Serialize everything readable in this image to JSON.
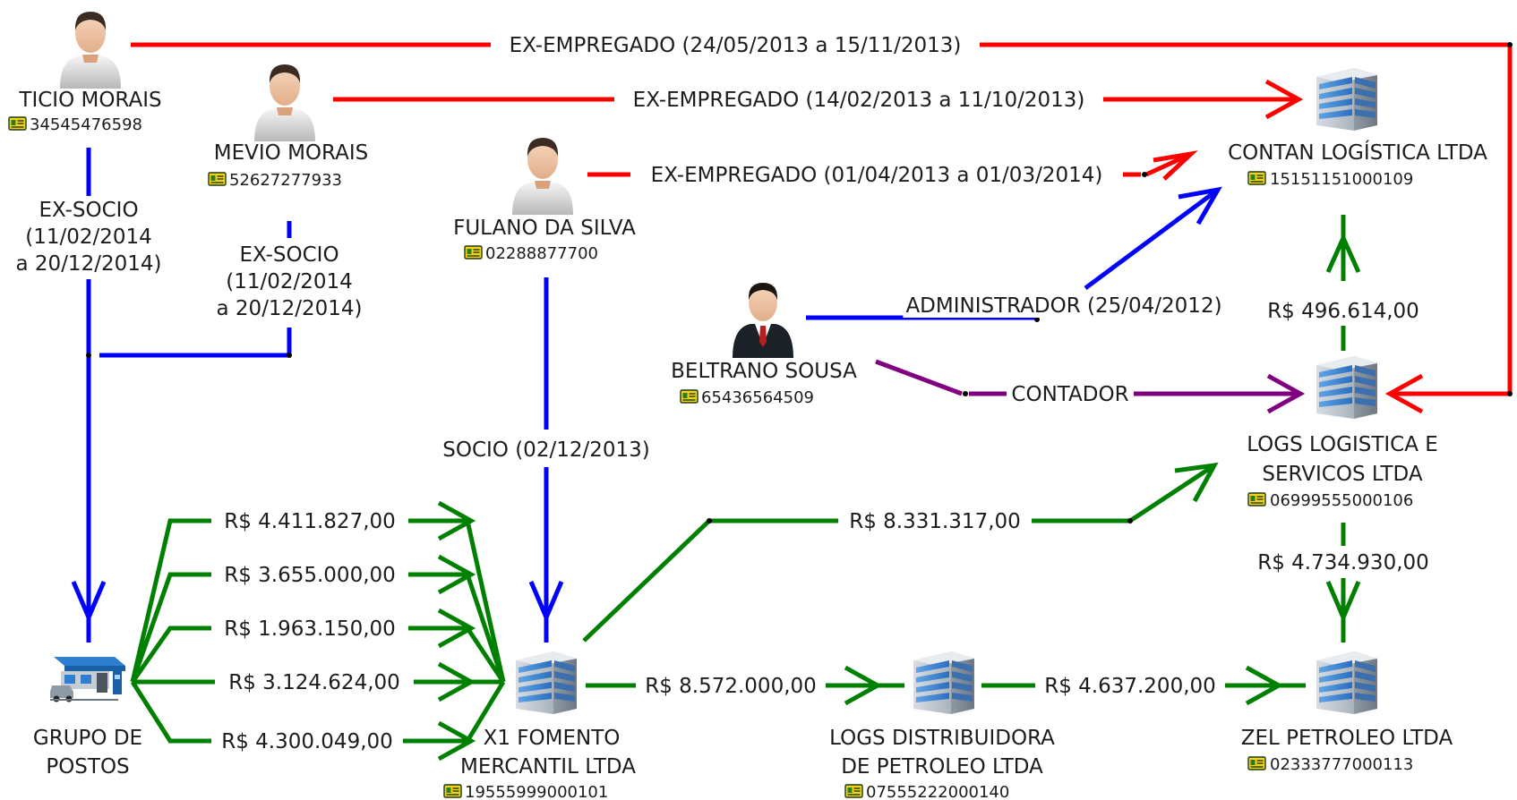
{
  "colors": {
    "employment": "#ff0000",
    "ownership": "#0000ff",
    "payment": "#008000",
    "accounting": "#800080"
  },
  "people": [
    {
      "name": "TICIO MORAIS",
      "id": "34545476598",
      "icon": "person-icon"
    },
    {
      "name": "MEVIO MORAIS",
      "id": "52627277933",
      "icon": "person-icon"
    },
    {
      "name": "FULANO DA SILVA",
      "id": "02288877700",
      "icon": "person-icon"
    },
    {
      "name": "BELTRANO SOUSA",
      "id": "65436564509",
      "icon": "businessman-icon"
    }
  ],
  "companies": [
    {
      "name": "CONTAN LOGÍSTICA LTDA",
      "id": "15151151000109",
      "icon": "building-icon"
    },
    {
      "name_lines": [
        "LOGS LOGISTICA E",
        "SERVICOS LTDA"
      ],
      "id": "06999555000106",
      "icon": "building-icon"
    },
    {
      "name_lines": [
        "X1 FOMENTO",
        "MERCANTIL LTDA"
      ],
      "id": "19555999000101",
      "icon": "building-icon"
    },
    {
      "name_lines": [
        "LOGS DISTRIBUIDORA",
        "DE PETROLEO LTDA"
      ],
      "id": "07555222000140",
      "icon": "building-icon"
    },
    {
      "name": "ZEL PETROLEO LTDA",
      "id": "02333777000113",
      "icon": "building-icon"
    },
    {
      "name_lines": [
        "GRUPO DE",
        "POSTOS"
      ],
      "icon": "gas-station-icon"
    }
  ],
  "relations": {
    "ticio_emp": "EX-EMPREGADO (24/05/2013 a 15/11/2013)",
    "mevio_emp": "EX-EMPREGADO (14/02/2013 a 11/10/2013)",
    "fulano_emp": "EX-EMPREGADO (01/04/2013 a 01/03/2014)",
    "ticio_socio": [
      "EX-SOCIO",
      "(11/02/2014",
      "a 20/12/2014)"
    ],
    "mevio_socio": [
      "EX-SOCIO",
      "(11/02/2014",
      "a 20/12/2014)"
    ],
    "fulano_socio": "SOCIO (02/12/2013)",
    "beltrano_admin": "ADMINISTRADOR (25/04/2012)",
    "beltrano_contador": "CONTADOR"
  },
  "payments": {
    "grupo_x1": [
      "R$ 4.411.827,00",
      "R$ 3.655.000,00",
      "R$ 1.963.150,00",
      "R$ 3.124.624,00",
      "R$ 4.300.049,00"
    ],
    "x1_logs_logistica": "R$ 8.331.317,00",
    "x1_logs_distribuidora": "R$ 8.572.000,00",
    "distribuidora_zel": "R$ 4.637.200,00",
    "logs_contan": "R$ 496.614,00",
    "logs_zel": "R$ 4.734.930,00"
  }
}
